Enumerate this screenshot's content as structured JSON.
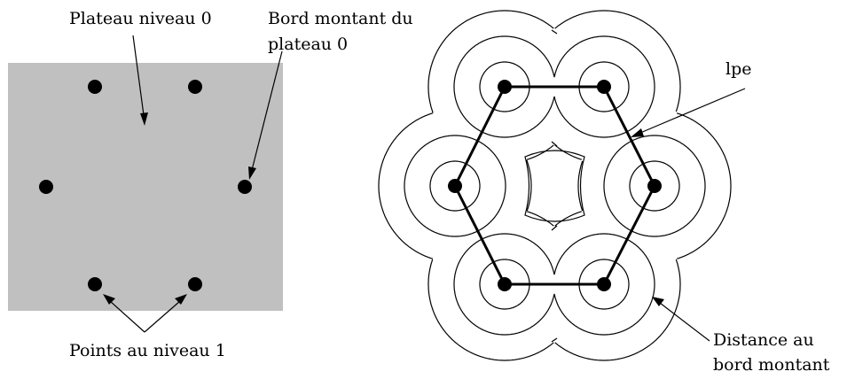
{
  "colors": {
    "plateau_fill": "#c0c0c0",
    "ink": "#000000",
    "background": "#ffffff"
  },
  "left_panel": {
    "label_plateau": "Plateau niveau 0",
    "label_edge_line1": "Bord montant du",
    "label_edge_line2": "plateau 0",
    "label_points": "Points au niveau 1"
  },
  "right_panel": {
    "label_lpe": "lpe",
    "label_distance_line1": "Distance au",
    "label_distance_line2": "bord montant"
  }
}
